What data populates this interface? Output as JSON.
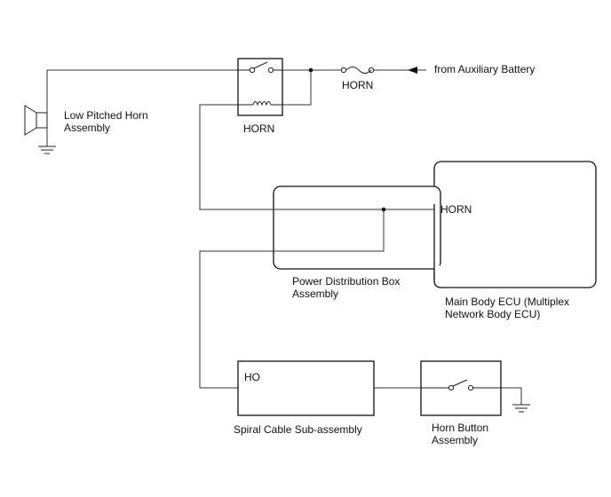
{
  "diagram": {
    "relay_label": "HORN",
    "fuse_label": "HORN",
    "battery_label": "from Auxiliary Battery",
    "horn": {
      "line1": "Low Pitched Horn",
      "line2": "Assembly"
    },
    "pdb": {
      "line1": "Power Distribution Box",
      "line2": "Assembly"
    },
    "ecu": {
      "pin": "HORN",
      "line1": "Main Body ECU (Multiplex",
      "line2": "Network Body ECU)"
    },
    "spiral": {
      "pin": "HO",
      "label": "Spiral Cable Sub-assembly"
    },
    "horn_button": {
      "line1": "Horn Button",
      "line2": "Assembly"
    },
    "icons": [
      "horn-speaker-icon",
      "ground-icon",
      "relay-switch-icon",
      "relay-coil-icon",
      "fuse-icon",
      "arrow-left-icon",
      "switch-icon"
    ]
  }
}
